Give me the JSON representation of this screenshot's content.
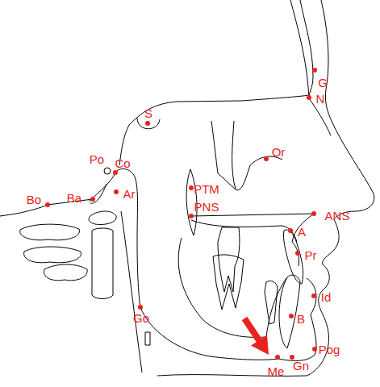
{
  "diagram": {
    "labels": [
      "G",
      "N",
      "S",
      "Or",
      "Po",
      "Co",
      "Bo",
      "Ba",
      "Ar",
      "PTM",
      "PNS",
      "ANS",
      "A",
      "Pr",
      "Id",
      "B",
      "Go",
      "Pog",
      "Me",
      "Gn"
    ]
  }
}
